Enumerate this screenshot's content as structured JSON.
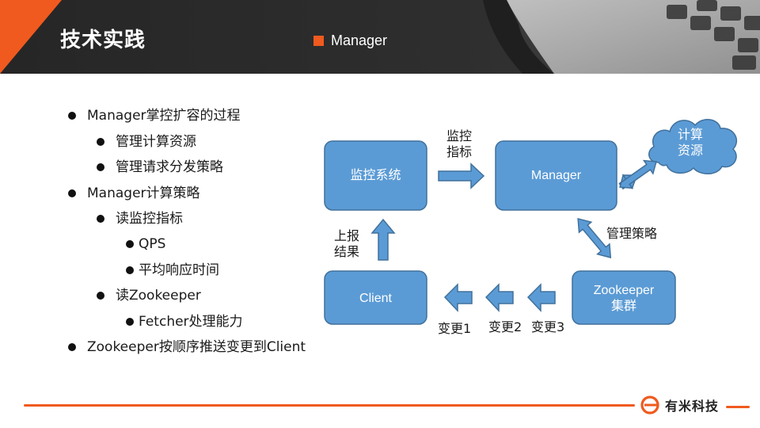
{
  "header": {
    "title": "技术实践",
    "section_tag": "Manager",
    "accent_color": "#f05a1e"
  },
  "bullets": [
    {
      "level": 1,
      "text": "Manager掌控扩容的过程"
    },
    {
      "level": 2,
      "text": "管理计算资源"
    },
    {
      "level": 2,
      "text": "管理请求分发策略"
    },
    {
      "level": 1,
      "text": "Manager计算策略"
    },
    {
      "level": 2,
      "text": "读监控指标"
    },
    {
      "level": 3,
      "text": "QPS"
    },
    {
      "level": 3,
      "text": "平均响应时间"
    },
    {
      "level": 2,
      "text": "读Zookeeper"
    },
    {
      "level": 3,
      "text": "Fetcher处理能力"
    },
    {
      "level": 1,
      "text": "Zookeeper按顺序推送变更到Client"
    }
  ],
  "diagram": {
    "node_color": "#5b9bd5",
    "node_border": "#41719c",
    "nodes": {
      "monitor": "监控系统",
      "manager": "Manager",
      "client": "Client",
      "zookeeper_line1": "Zookeeper",
      "zookeeper_line2": "集群",
      "resources_line1": "计算",
      "resources_line2": "资源"
    },
    "edges": {
      "monitor_to_manager_line1": "监控",
      "monitor_to_manager_line2": "指标",
      "client_to_monitor_line1": "上报",
      "client_to_monitor_line2": "结果",
      "manager_zookeeper": "管理策略",
      "change1": "变更1",
      "change2": "变更2",
      "change3": "变更3"
    }
  },
  "footer": {
    "brand": "有米科技"
  }
}
